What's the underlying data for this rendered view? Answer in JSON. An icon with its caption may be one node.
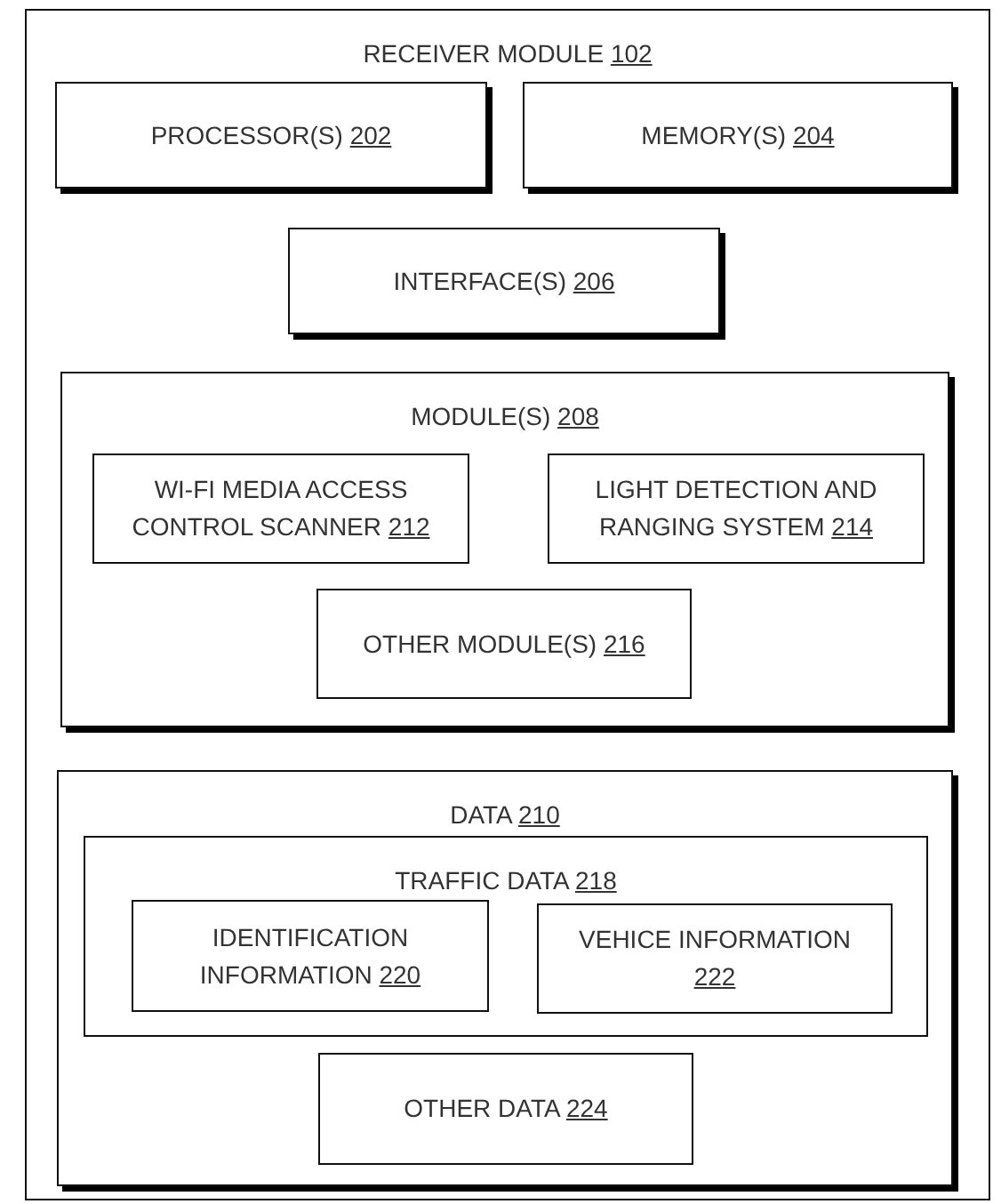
{
  "diagram": {
    "nodes": [
      {
        "text": [
          "RECEIVER MODULE 102"
        ]
      },
      {
        "text": [
          "PROCESSOR(S) 202"
        ],
        "in": 0
      },
      {
        "text": [
          "MEMORY(S) 204"
        ],
        "in": 0
      },
      {
        "text": [
          "INTERFACE(S) 206"
        ],
        "in": 0
      },
      {
        "text": [
          "MODULE(S) 208"
        ],
        "in": 0
      },
      {
        "text": [
          "WI-FI MEDIA ACCESS CONTROL SCANNER 212"
        ],
        "in": 4
      },
      {
        "text": [
          "LIGHT DETECTION AND RANGING SYSTEM 214"
        ],
        "in": 4
      },
      {
        "text": [
          "OTHER MODULE(S) 216"
        ],
        "in": 4
      },
      {
        "text": [
          "DATA 210"
        ],
        "in": 0
      },
      {
        "text": [
          "TRAFFIC DATA 218"
        ],
        "in": 8
      },
      {
        "text": [
          "IDENTIFICATION INFORMATION 220"
        ],
        "in": 9
      },
      {
        "text": [
          "VEHICE INFORMATION 222"
        ],
        "in": 9
      },
      {
        "text": [
          "OTHER DATA 224"
        ],
        "in": 8
      }
    ]
  }
}
